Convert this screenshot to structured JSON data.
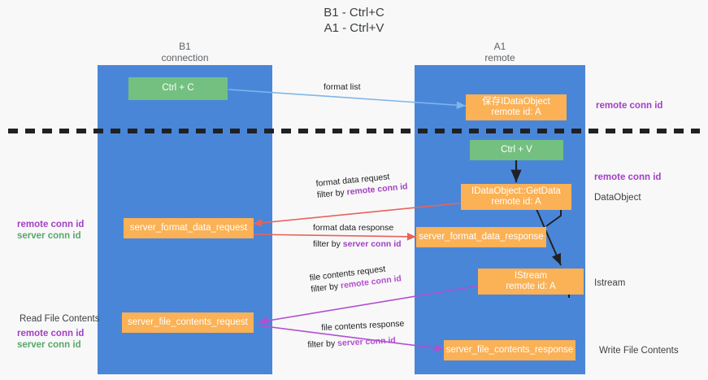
{
  "title": {
    "line1": "B1 - Ctrl+C",
    "line2": "A1 - Ctrl+V"
  },
  "columns": [
    {
      "name": "B1",
      "role": "connection"
    },
    {
      "name": "A1",
      "role": "remote"
    }
  ],
  "boxes": {
    "ctrl_c": "Ctrl + C",
    "ctrl_v": "Ctrl + V",
    "idataobject_top_l1": "保存IDataObject",
    "idataobject_top_l2": "remote id: A",
    "getdata_l1": "IDataObject::GetData",
    "getdata_l2": "remote id: A",
    "istream_l1": "IStream",
    "istream_l2": "remote id: A",
    "server_format_data_request": "server_format_data_request",
    "server_format_data_response": "server_format_data_response",
    "server_file_contents_request": "server_file_contents_request",
    "server_file_contents_response": "server_file_contents_response"
  },
  "edges": {
    "format_list": "format list",
    "format_data_request": "format data request",
    "format_data_request_filter_prefix": "filter by ",
    "format_data_request_filter_key": "remote conn id",
    "format_data_response": "format data response",
    "format_data_response_filter_prefix": "filter by ",
    "format_data_response_filter_key": "server conn id",
    "file_contents_request": "file contents request",
    "file_contents_request_filter_prefix": "filter by ",
    "file_contents_request_filter_key": "remote conn id",
    "file_contents_response": "file contents response",
    "file_contents_response_filter_prefix": "filter by ",
    "file_contents_response_filter_key": "server conn id"
  },
  "annotations": {
    "right_remote_conn_id_top": "remote conn id",
    "right_remote_conn_id_mid": "remote conn id",
    "right_dataobject": "DataObject",
    "right_istream": "Istream",
    "right_write_file_contents": "Write File Contents",
    "left_remote_conn_id_mid": "remote conn id",
    "left_server_conn_id_mid": "server conn id",
    "left_read_file_contents": "Read File Contents",
    "left_remote_conn_id_bottom": "remote conn id",
    "left_server_conn_id_bottom": "server conn id"
  },
  "colors": {
    "lane": "#4a86d8",
    "box_green": "#73c080",
    "box_orange": "#fbb155",
    "accent_purple": "#a33fc4",
    "accent_green": "#55a868",
    "arrow_blue": "#7eb6e8",
    "arrow_red": "#e8635c",
    "arrow_magenta": "#b14fd0",
    "divider": "#202124"
  }
}
